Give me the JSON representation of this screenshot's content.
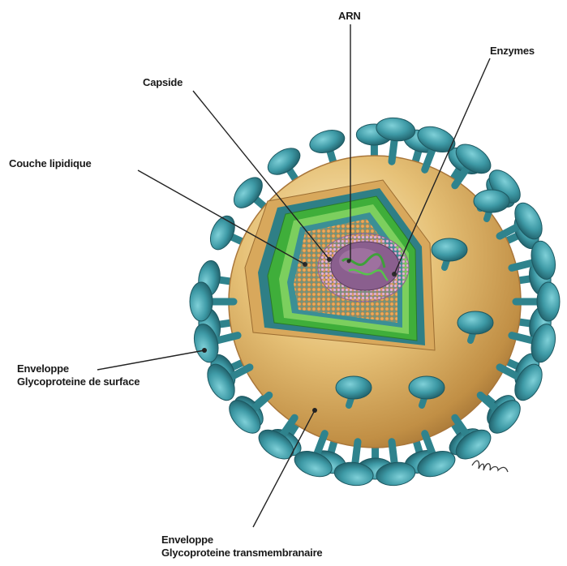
{
  "labels": {
    "arn": "ARN",
    "enzymes": "Enzymes",
    "capside": "Capside",
    "couche": "Couche lipidique",
    "env_surface": [
      "Enveloppe",
      "Glycoproteine de surface"
    ],
    "env_trans": [
      "Enveloppe",
      "Glycoproteine transmembranaire"
    ]
  },
  "colors": {
    "sphere": "#e0b866",
    "sphere_dark": "#b8863e",
    "spike": "#3e9aa6",
    "spike_dark": "#236d78",
    "lipid_green": "#3fae3a",
    "capsid_orange": "#e49a45",
    "core_purple": "#8a5f8e",
    "core_pink": "#c99ac0",
    "leader": "#222222"
  }
}
